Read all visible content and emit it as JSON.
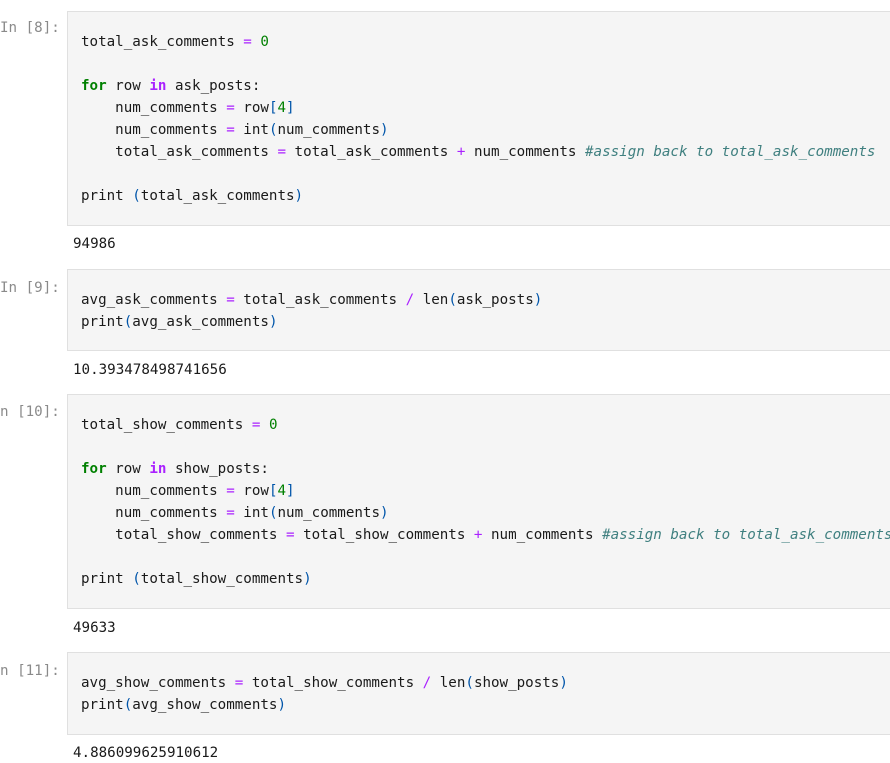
{
  "cells": [
    {
      "prompt": "In [8]:",
      "lines": [
        [
          {
            "t": "total_ask_comments "
          },
          {
            "t": "=",
            "c": "op"
          },
          {
            "t": " "
          },
          {
            "t": "0",
            "c": "num"
          }
        ],
        [],
        [
          {
            "t": "for",
            "c": "kw"
          },
          {
            "t": " row "
          },
          {
            "t": "in",
            "c": "op-kw"
          },
          {
            "t": " ask_posts:"
          }
        ],
        [
          {
            "t": "    num_comments "
          },
          {
            "t": "=",
            "c": "op"
          },
          {
            "t": " row"
          },
          {
            "t": "[",
            "c": "paren"
          },
          {
            "t": "4",
            "c": "num"
          },
          {
            "t": "]",
            "c": "paren"
          }
        ],
        [
          {
            "t": "    num_comments "
          },
          {
            "t": "=",
            "c": "op"
          },
          {
            "t": " int"
          },
          {
            "t": "(",
            "c": "paren"
          },
          {
            "t": "num_comments"
          },
          {
            "t": ")",
            "c": "paren"
          }
        ],
        [
          {
            "t": "    total_ask_comments "
          },
          {
            "t": "=",
            "c": "op"
          },
          {
            "t": " total_ask_comments "
          },
          {
            "t": "+",
            "c": "op"
          },
          {
            "t": " num_comments "
          },
          {
            "t": "#assign back to total_ask_comments",
            "c": "comment"
          }
        ],
        [],
        [
          {
            "t": "print "
          },
          {
            "t": "(",
            "c": "paren"
          },
          {
            "t": "total_ask_comments"
          },
          {
            "t": ")",
            "c": "paren"
          }
        ]
      ],
      "output": "94986"
    },
    {
      "prompt": "In [9]:",
      "lines": [
        [
          {
            "t": "avg_ask_comments "
          },
          {
            "t": "=",
            "c": "op"
          },
          {
            "t": " total_ask_comments "
          },
          {
            "t": "/",
            "c": "op"
          },
          {
            "t": " len"
          },
          {
            "t": "(",
            "c": "paren"
          },
          {
            "t": "ask_posts"
          },
          {
            "t": ")",
            "c": "paren"
          }
        ],
        [
          {
            "t": "print"
          },
          {
            "t": "(",
            "c": "paren"
          },
          {
            "t": "avg_ask_comments"
          },
          {
            "t": ")",
            "c": "paren"
          }
        ]
      ],
      "output": "10.393478498741656"
    },
    {
      "prompt": "n [10]:",
      "lines": [
        [
          {
            "t": "total_show_comments "
          },
          {
            "t": "=",
            "c": "op"
          },
          {
            "t": " "
          },
          {
            "t": "0",
            "c": "num"
          }
        ],
        [],
        [
          {
            "t": "for",
            "c": "kw"
          },
          {
            "t": " row "
          },
          {
            "t": "in",
            "c": "op-kw"
          },
          {
            "t": " show_posts:"
          }
        ],
        [
          {
            "t": "    num_comments "
          },
          {
            "t": "=",
            "c": "op"
          },
          {
            "t": " row"
          },
          {
            "t": "[",
            "c": "paren"
          },
          {
            "t": "4",
            "c": "num"
          },
          {
            "t": "]",
            "c": "paren"
          }
        ],
        [
          {
            "t": "    num_comments "
          },
          {
            "t": "=",
            "c": "op"
          },
          {
            "t": " int"
          },
          {
            "t": "(",
            "c": "paren"
          },
          {
            "t": "num_comments"
          },
          {
            "t": ")",
            "c": "paren"
          }
        ],
        [
          {
            "t": "    total_show_comments "
          },
          {
            "t": "=",
            "c": "op"
          },
          {
            "t": " total_show_comments "
          },
          {
            "t": "+",
            "c": "op"
          },
          {
            "t": " num_comments "
          },
          {
            "t": "#assign back to total_ask_comments",
            "c": "comment"
          }
        ],
        [],
        [
          {
            "t": "print "
          },
          {
            "t": "(",
            "c": "paren"
          },
          {
            "t": "total_show_comments"
          },
          {
            "t": ")",
            "c": "paren"
          }
        ]
      ],
      "output": "49633"
    },
    {
      "prompt": "n [11]:",
      "lines": [
        [
          {
            "t": "avg_show_comments "
          },
          {
            "t": "=",
            "c": "op"
          },
          {
            "t": " total_show_comments "
          },
          {
            "t": "/",
            "c": "op"
          },
          {
            "t": " len"
          },
          {
            "t": "(",
            "c": "paren"
          },
          {
            "t": "show_posts"
          },
          {
            "t": ")",
            "c": "paren"
          }
        ],
        [
          {
            "t": "print"
          },
          {
            "t": "(",
            "c": "paren"
          },
          {
            "t": "avg_show_comments"
          },
          {
            "t": ")",
            "c": "paren"
          }
        ]
      ],
      "output": "4.886099625910612"
    }
  ]
}
